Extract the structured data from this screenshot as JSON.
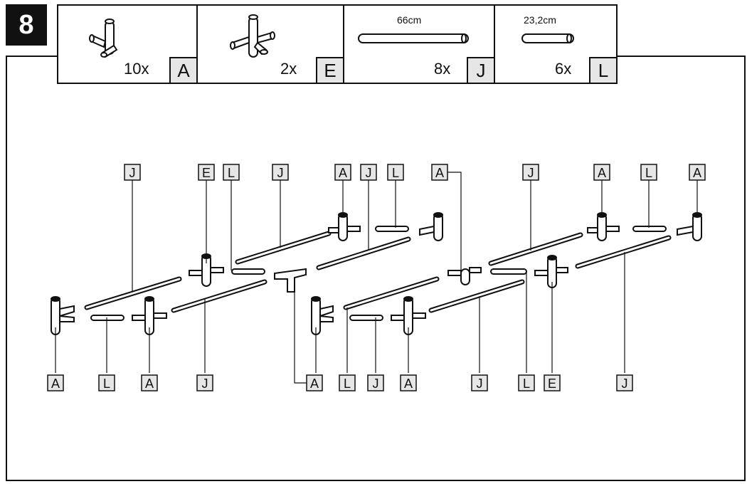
{
  "step": "8",
  "parts": [
    {
      "qty": "10x",
      "letter": "A",
      "dimension": ""
    },
    {
      "qty": "2x",
      "letter": "E",
      "dimension": ""
    },
    {
      "qty": "8x",
      "letter": "J",
      "dimension": "66cm"
    },
    {
      "qty": "6x",
      "letter": "L",
      "dimension": "23,2cm"
    }
  ],
  "top_labels": [
    "J",
    "E",
    "L",
    "J",
    "A",
    "J",
    "L",
    "A",
    "J",
    "A",
    "L",
    "A"
  ],
  "bottom_labels": [
    "A",
    "L",
    "A",
    "J",
    "A",
    "L",
    "J",
    "A",
    "J",
    "L",
    "E",
    "J"
  ]
}
